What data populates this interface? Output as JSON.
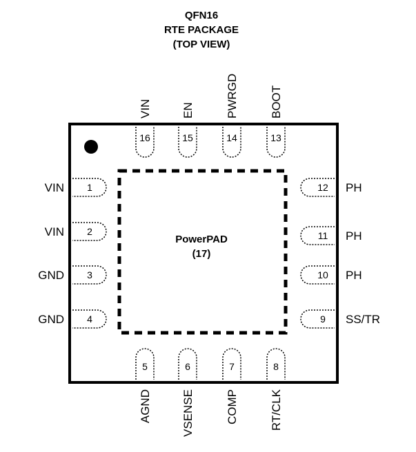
{
  "title_lines": [
    "QFN16",
    "RTE PACKAGE",
    "(TOP VIEW)"
  ],
  "pad": {
    "label": "PowerPAD",
    "number": "(17)"
  },
  "pins": {
    "left": [
      {
        "num": "1",
        "name": "VIN"
      },
      {
        "num": "2",
        "name": "VIN"
      },
      {
        "num": "3",
        "name": "GND"
      },
      {
        "num": "4",
        "name": "GND"
      }
    ],
    "bottom": [
      {
        "num": "5",
        "name": "AGND"
      },
      {
        "num": "6",
        "name": "VSENSE"
      },
      {
        "num": "7",
        "name": "COMP"
      },
      {
        "num": "8",
        "name": "RT/CLK"
      }
    ],
    "right": [
      {
        "num": "9",
        "name": "SS/TR"
      },
      {
        "num": "10",
        "name": "PH"
      },
      {
        "num": "11",
        "name": "PH"
      },
      {
        "num": "12",
        "name": "PH"
      }
    ],
    "top": [
      {
        "num": "13",
        "name": "BOOT"
      },
      {
        "num": "14",
        "name": "PWRGD"
      },
      {
        "num": "15",
        "name": "EN"
      },
      {
        "num": "16",
        "name": "VIN"
      }
    ]
  }
}
